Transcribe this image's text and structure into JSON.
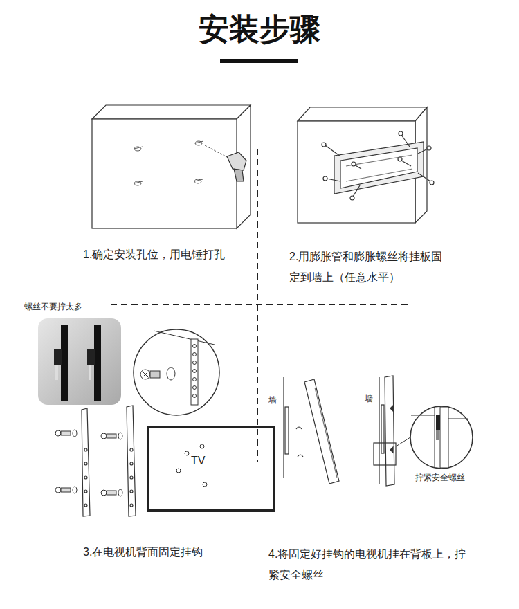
{
  "diagram": {
    "title": "安装步骤",
    "nodes": [
      {
        "text": [
          "TV"
        ]
      }
    ],
    "labels": [
      "1.确定安装孔位，用电锤打孔",
      "2.用膨胀管和膨胀螺丝将挂板固定到墙上（任意水平）",
      "螺丝不要拧太多",
      "3.在电视机背面固定挂钩",
      "4.将固定好挂钩的电视机挂在背板上，拧紧安全螺丝",
      "墙",
      "墙",
      "拧紧安全螺丝"
    ]
  }
}
